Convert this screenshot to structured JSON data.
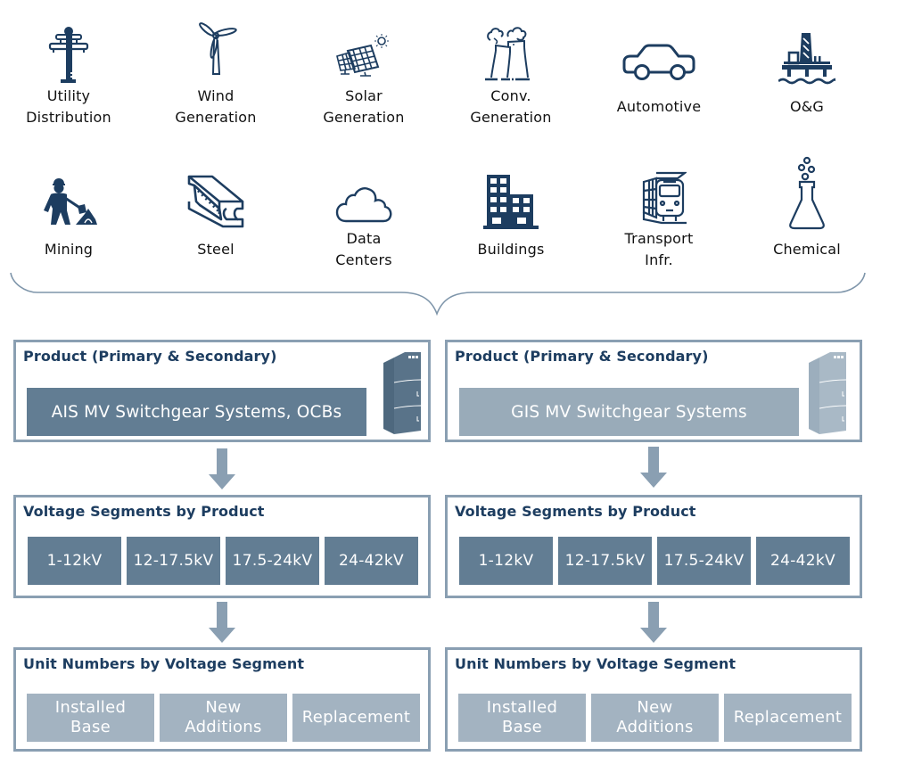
{
  "industries": [
    {
      "label": "Utility\nDistribution",
      "icon": "utility-pole-icon"
    },
    {
      "label": "Wind\nGeneration",
      "icon": "wind-turbine-icon"
    },
    {
      "label": "Solar\nGeneration",
      "icon": "solar-panel-icon"
    },
    {
      "label": "Conv.\nGeneration",
      "icon": "cooling-tower-icon"
    },
    {
      "label": "Automotive",
      "icon": "car-icon"
    },
    {
      "label": "O&G",
      "icon": "oil-rig-icon"
    },
    {
      "label": "Mining",
      "icon": "miner-icon"
    },
    {
      "label": "Steel",
      "icon": "steel-beam-icon"
    },
    {
      "label": "Data\nCenters",
      "icon": "cloud-icon"
    },
    {
      "label": "Buildings",
      "icon": "buildings-icon"
    },
    {
      "label": "Transport\nInfr.",
      "icon": "train-icon"
    },
    {
      "label": "Chemical",
      "icon": "flask-icon"
    }
  ],
  "columns": [
    {
      "product_title": "Product (Primary & Secondary)",
      "product_name": "AIS MV Switchgear Systems, OCBs",
      "voltage_title": "Voltage Segments by Product",
      "voltage_segments": [
        "1-12kV",
        "12-17.5kV",
        "17.5-24kV",
        "24-42kV"
      ],
      "units_title": "Unit Numbers by Voltage Segment",
      "units": [
        "Installed\nBase",
        "New\nAdditions",
        "Replacement"
      ]
    },
    {
      "product_title": "Product (Primary & Secondary)",
      "product_name": "GIS MV Switchgear Systems",
      "voltage_title": "Voltage Segments by Product",
      "voltage_segments": [
        "1-12kV",
        "12-17.5kV",
        "17.5-24kV",
        "24-42kV"
      ],
      "units_title": "Unit Numbers by Voltage Segment",
      "units": [
        "Installed\nBase",
        "New\nAdditions",
        "Replacement"
      ]
    }
  ],
  "colors": {
    "icon_navy": "#1d3d60",
    "panel_border": "#8a9fb2",
    "dark_box": "#627d93",
    "light_box": "#99abb9",
    "unit_box": "#a3b3c1"
  }
}
